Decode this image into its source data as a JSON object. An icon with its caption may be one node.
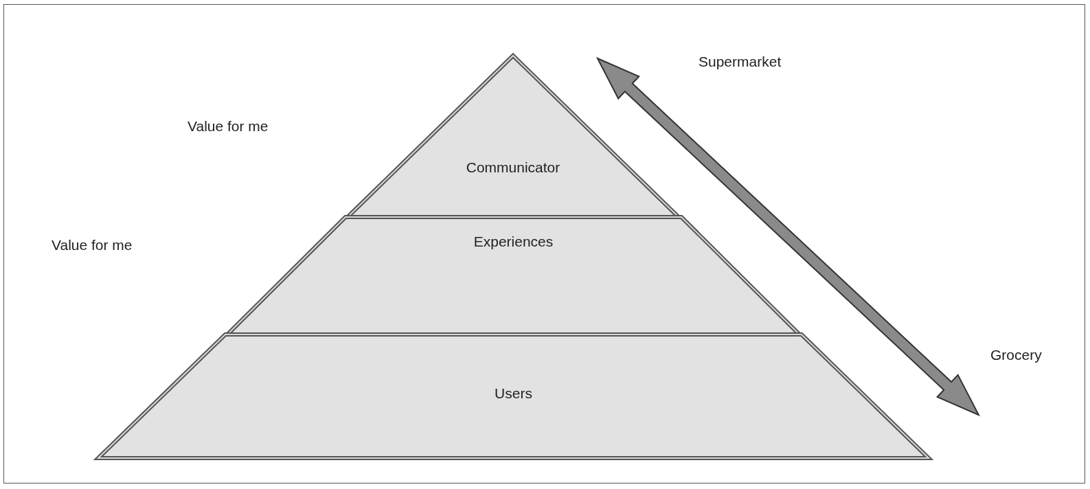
{
  "diagram": {
    "nodes": [
      {
        "text": [
          "Communicator"
        ]
      },
      {
        "text": [
          "Experiences"
        ]
      },
      {
        "text": [
          "Users"
        ]
      }
    ],
    "labels": [
      "Supermarket",
      "Value for me",
      "Value for me",
      "Grocery"
    ]
  }
}
